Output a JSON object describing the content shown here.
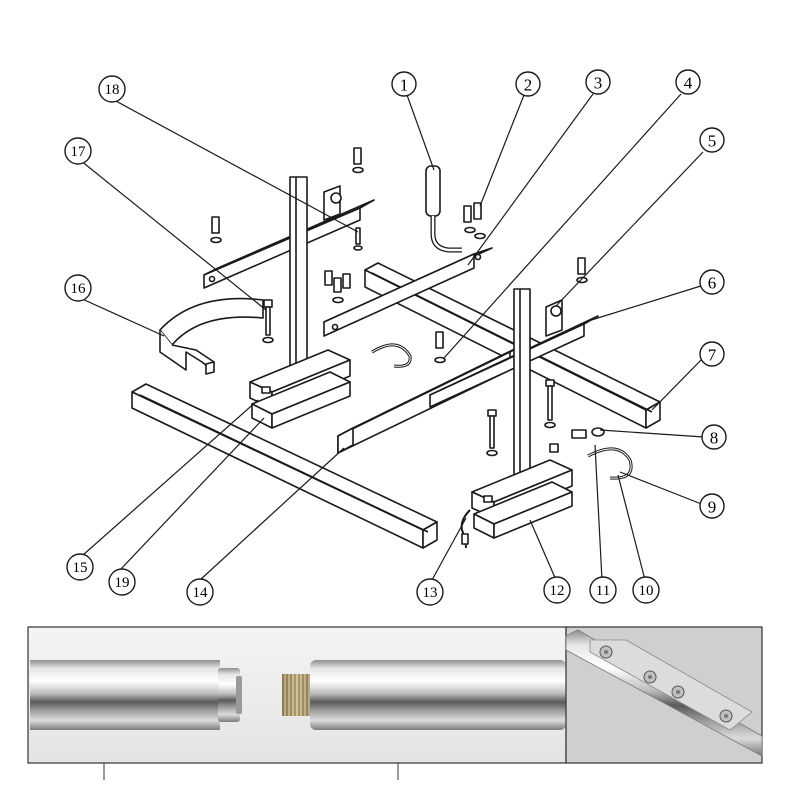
{
  "diagram": {
    "title": "",
    "part_callouts": [
      "1",
      "2",
      "3",
      "4",
      "5",
      "6",
      "7",
      "8",
      "9",
      "10",
      "11",
      "12",
      "13",
      "14",
      "15",
      "16",
      "17",
      "18",
      "19"
    ]
  },
  "photos": {
    "left": {
      "description_visible": ""
    },
    "right": {
      "description_visible": ""
    }
  }
}
